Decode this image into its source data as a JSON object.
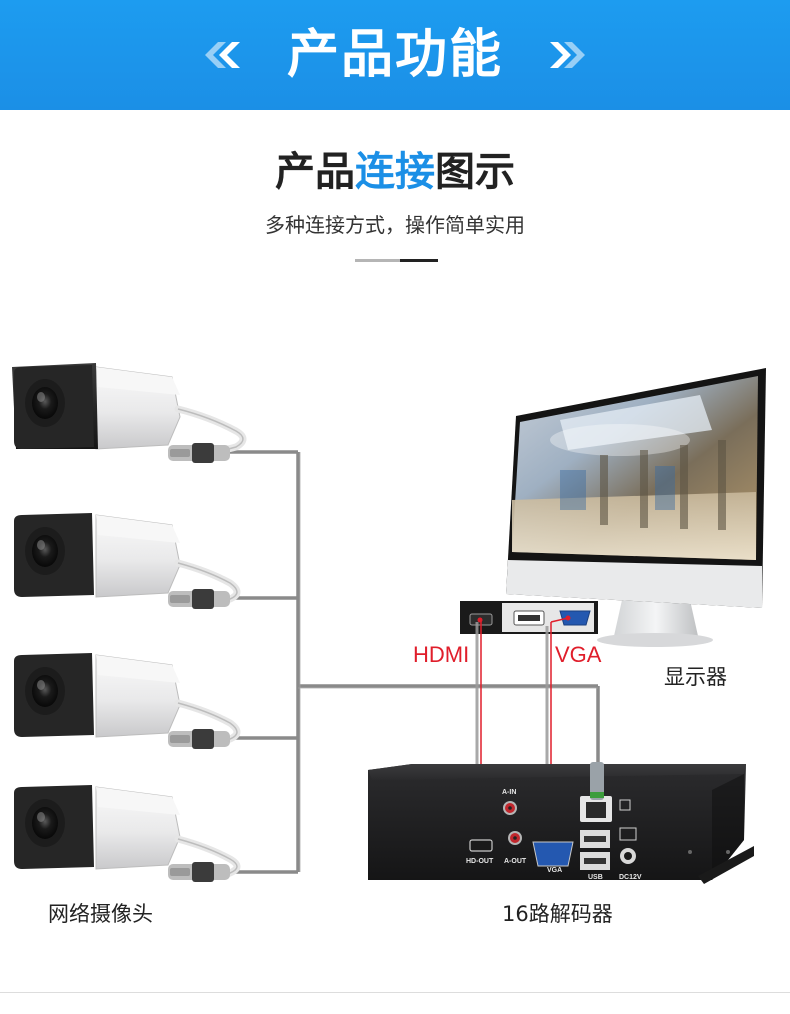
{
  "banner": {
    "title": "产品功能"
  },
  "section": {
    "title_part1": "产品",
    "title_accent": "连接",
    "title_part2": "图示",
    "subtitle": "多种连接方式，操作简单实用"
  },
  "diagram": {
    "captions": {
      "cameras": "网络摄像头",
      "nvr": "16路解码器",
      "monitor": "显示器"
    },
    "signals": {
      "hdmi": "HDMI",
      "vga": "VGA"
    },
    "port_labels": {
      "a_in": "A-IN",
      "hd_out": "HD-OUT",
      "a_out": "A-OUT",
      "vga": "VGA",
      "usb": "USB",
      "dc": "DC12V"
    },
    "colors": {
      "brand_blue": "#1b8fe6",
      "signal_red": "#e01e2b",
      "cable_gray": "#8a8a8a"
    }
  }
}
